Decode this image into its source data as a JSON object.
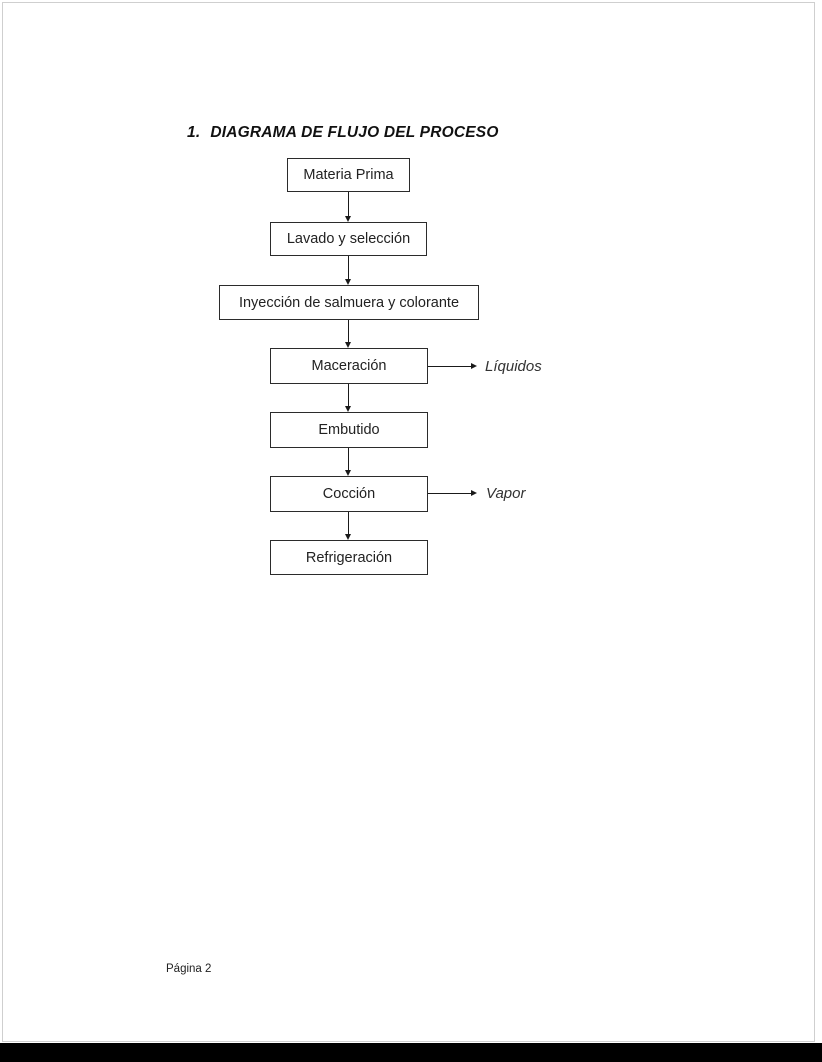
{
  "document": {
    "heading_number": "1.",
    "heading_text": "DIAGRAMA DE FLUJO DEL PROCESO",
    "footer_page_label": "Página 2"
  },
  "flowchart": {
    "type": "vertical-flow",
    "flow_order": "top-to-bottom",
    "nodes": [
      {
        "id": "materia-prima",
        "label": "Materia Prima"
      },
      {
        "id": "lavado-y-seleccion",
        "label": "Lavado y selección"
      },
      {
        "id": "inyeccion-de-salmuera-y-colorante",
        "label": "Inyección de salmuera y colorante"
      },
      {
        "id": "maceracion",
        "label": "Maceración"
      },
      {
        "id": "embutido",
        "label": "Embutido"
      },
      {
        "id": "coccion",
        "label": "Cocción"
      },
      {
        "id": "refrigeracion",
        "label": "Refrigeración"
      }
    ],
    "side_outputs": [
      {
        "from": "Maceración",
        "label": "Líquidos"
      },
      {
        "from": "Cocción",
        "label": "Vapor"
      }
    ]
  },
  "colors": {
    "page_background": "#ffffff",
    "box_border": "#2b2b2b",
    "arrow": "#1a1a1a",
    "text": "#222222",
    "page_edge_border": "#cfcfcf",
    "bottom_bar": "#000000"
  }
}
